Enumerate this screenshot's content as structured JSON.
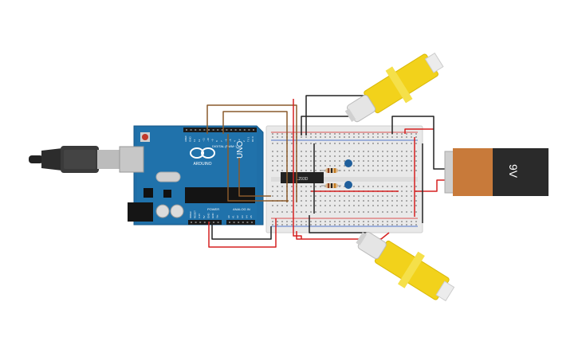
{
  "arduino": {
    "logo": "ARDUINO",
    "model": "UNO",
    "header_digital": "DIGITAL (PWM~)",
    "header_power": "POWER",
    "header_analog": "ANALOG IN",
    "pin_labels_digital": [
      "AREF",
      "GND",
      "13",
      "12",
      "~11",
      "~10",
      "~9",
      "8",
      "7",
      "~6",
      "~5",
      "4",
      "~3",
      "2",
      "TX 1",
      "RX 0"
    ],
    "pin_labels_power": [
      "IOREF",
      "RESET",
      "3.3V",
      "5V",
      "GND",
      "GND",
      "Vin"
    ],
    "pin_labels_analog": [
      "A0",
      "A1",
      "A2",
      "A3",
      "A4",
      "A5"
    ]
  },
  "chip": {
    "label": "L293D"
  },
  "battery": {
    "label": "9V"
  },
  "colors": {
    "board": "#1f6fa8",
    "breadboard": "#e9e9e9",
    "wire_red": "#d62020",
    "wire_black": "#222222",
    "wire_brown": "#8a5a2b",
    "motor_yellow": "#f2d21b",
    "battery_orange": "#c87a3a",
    "battery_black": "#2a2a2a"
  }
}
